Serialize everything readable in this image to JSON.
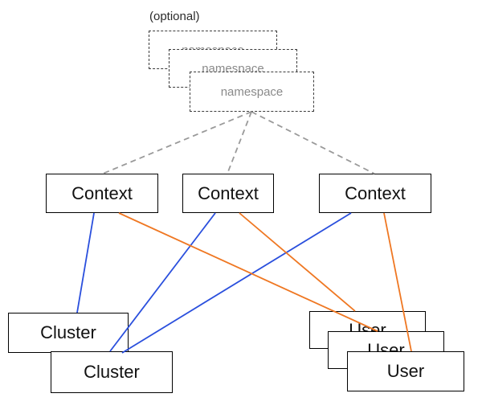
{
  "diagram": {
    "optional_label": "(optional)",
    "namespaces": {
      "back": "namespace",
      "middle": "namespace",
      "front": "namespace"
    },
    "contexts": {
      "c1": "Context",
      "c2": "Context",
      "c3": "Context"
    },
    "clusters": {
      "back": "Cluster",
      "front": "Cluster"
    },
    "users": {
      "back": "User",
      "middle": "User",
      "front": "User"
    },
    "colors": {
      "cluster_edge": "#2a4fdd",
      "user_edge": "#ef7722",
      "namespace_edge": "#9a9a9a",
      "box_border": "#000000",
      "namespace_text": "#8a8a8a"
    },
    "edges": [
      {
        "from": "namespace-front",
        "to": "context-1",
        "type": "namespace-link"
      },
      {
        "from": "namespace-front",
        "to": "context-2",
        "type": "namespace-link"
      },
      {
        "from": "namespace-front",
        "to": "context-3",
        "type": "namespace-link"
      },
      {
        "from": "context-1",
        "to": "cluster-back",
        "type": "cluster-link"
      },
      {
        "from": "context-2",
        "to": "cluster-front",
        "type": "cluster-link"
      },
      {
        "from": "context-3",
        "to": "cluster-front",
        "type": "cluster-link"
      },
      {
        "from": "context-1",
        "to": "user-middle",
        "type": "user-link"
      },
      {
        "from": "context-2",
        "to": "user-back",
        "type": "user-link"
      },
      {
        "from": "context-3",
        "to": "user-front",
        "type": "user-link"
      }
    ]
  }
}
